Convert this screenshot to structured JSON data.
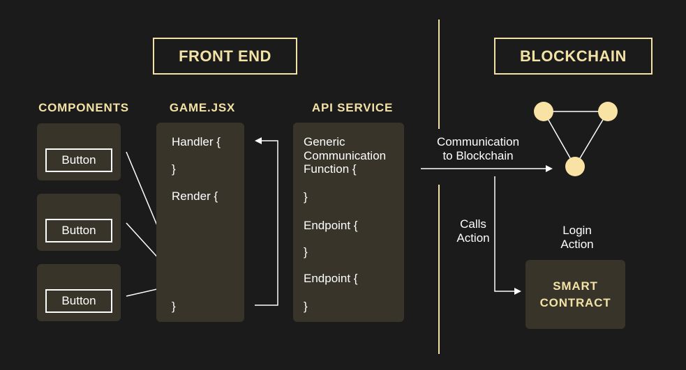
{
  "sections": {
    "front_end": "FRONT END",
    "blockchain": "BLOCKCHAIN"
  },
  "headings": {
    "components": "COMPONENTS",
    "game": "GAME.JSX",
    "api": "API SERVICE"
  },
  "components": {
    "buttons": [
      "Button",
      "Button",
      "Button"
    ]
  },
  "game": {
    "handler_open": "Handler {",
    "handler_close": "}",
    "render_open": "Render {",
    "render_close": "}"
  },
  "api": {
    "generic_line1": "Generic",
    "generic_line2": "Communication",
    "generic_line3": "Function {",
    "generic_close": "}",
    "endpoint1_open": "Endpoint {",
    "endpoint1_close": "}",
    "endpoint2_open": "Endpoint {",
    "endpoint2_close": "}"
  },
  "labels": {
    "communication_line1": "Communication",
    "communication_line2": "to Blockchain",
    "calls_line1": "Calls",
    "calls_line2": "Action",
    "login_line1": "Login",
    "login_line2": "Action"
  },
  "contract": {
    "line1": "SMART",
    "line2": "CONTRACT"
  },
  "colors": {
    "background": "#1b1b1b",
    "accent": "#f3e2a6",
    "panel": "#38342a",
    "node": "#f8e2a4",
    "line": "#ffffff"
  }
}
